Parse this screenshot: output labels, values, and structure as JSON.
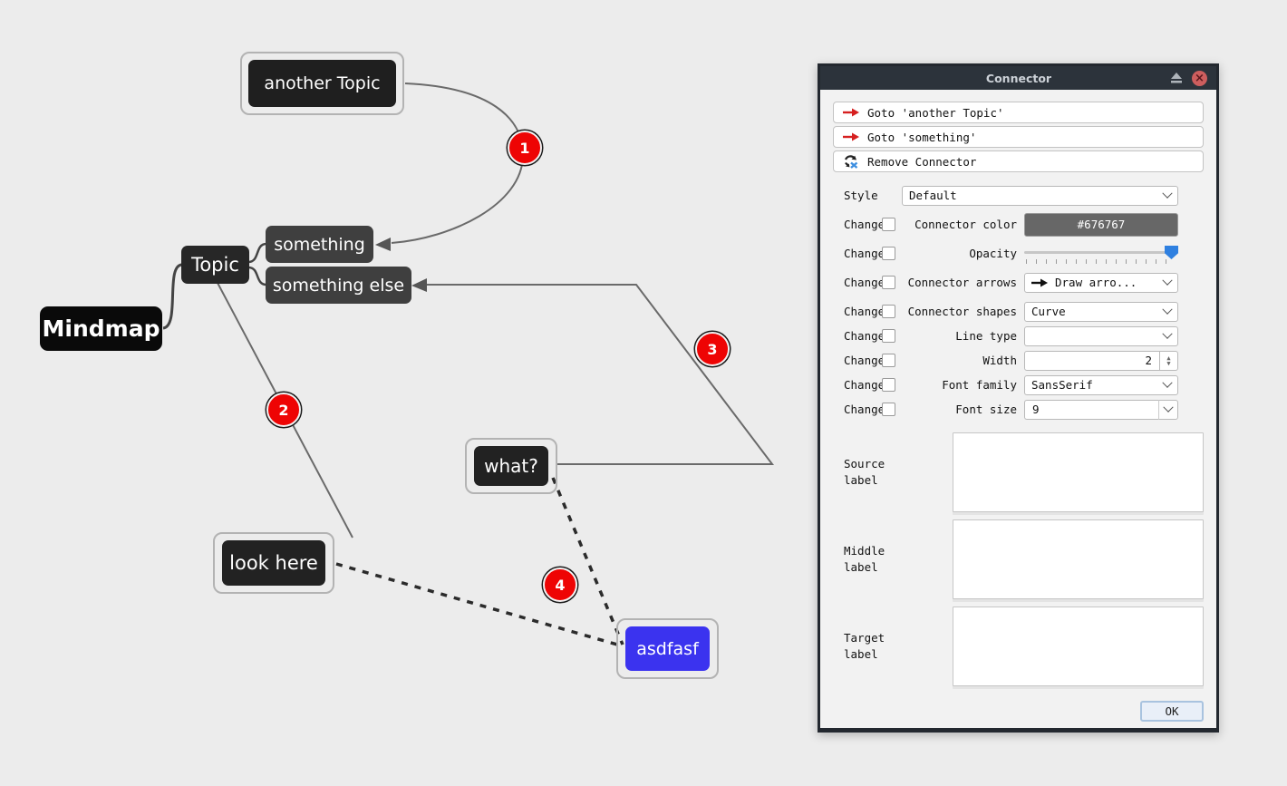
{
  "canvas": {
    "background": "#ececec",
    "nodes": [
      {
        "text": "Mindmap"
      },
      {
        "text": "Topic"
      },
      {
        "text": "something"
      },
      {
        "text": "something else"
      },
      {
        "text": "another Topic"
      },
      {
        "text": "what?"
      },
      {
        "text": "look here"
      },
      {
        "text": "asdfasf"
      }
    ],
    "badges": [
      "1",
      "2",
      "3",
      "4"
    ],
    "colors": {
      "root_node": "#0a0a0a",
      "dark_node": "#272727",
      "mid_node": "#3f3f3f",
      "blue_node": "#3b33ef",
      "connector_line": "#676767",
      "badge": "#ee0404",
      "selection_border": "#b3b3b3"
    }
  },
  "dialog": {
    "title": "Connector",
    "actions": [
      {
        "label": "Goto 'another Topic'"
      },
      {
        "label": "Goto 'something'"
      },
      {
        "label": "Remove Connector"
      }
    ],
    "style": {
      "label": "Style",
      "value": "Default"
    },
    "rows": [
      {
        "change": "Change",
        "label": "Connector color",
        "value": "#676767"
      },
      {
        "change": "Change",
        "label": "Opacity"
      },
      {
        "change": "Change",
        "label": "Connector arrows",
        "value": "Draw arro..."
      },
      {
        "change": "Change",
        "label": "Connector shapes",
        "value": "Curve"
      },
      {
        "change": "Change",
        "label": "Line type"
      },
      {
        "change": "Change",
        "label": "Width",
        "value": "2"
      },
      {
        "change": "Change",
        "label": "Font family",
        "value": "SansSerif"
      },
      {
        "change": "Change",
        "label": "Font size",
        "value": "9"
      }
    ],
    "label_fields": [
      {
        "label": "Source label",
        "value": ""
      },
      {
        "label": "Middle label",
        "value": ""
      },
      {
        "label": "Target label",
        "value": ""
      }
    ],
    "ok_label": "OK"
  }
}
